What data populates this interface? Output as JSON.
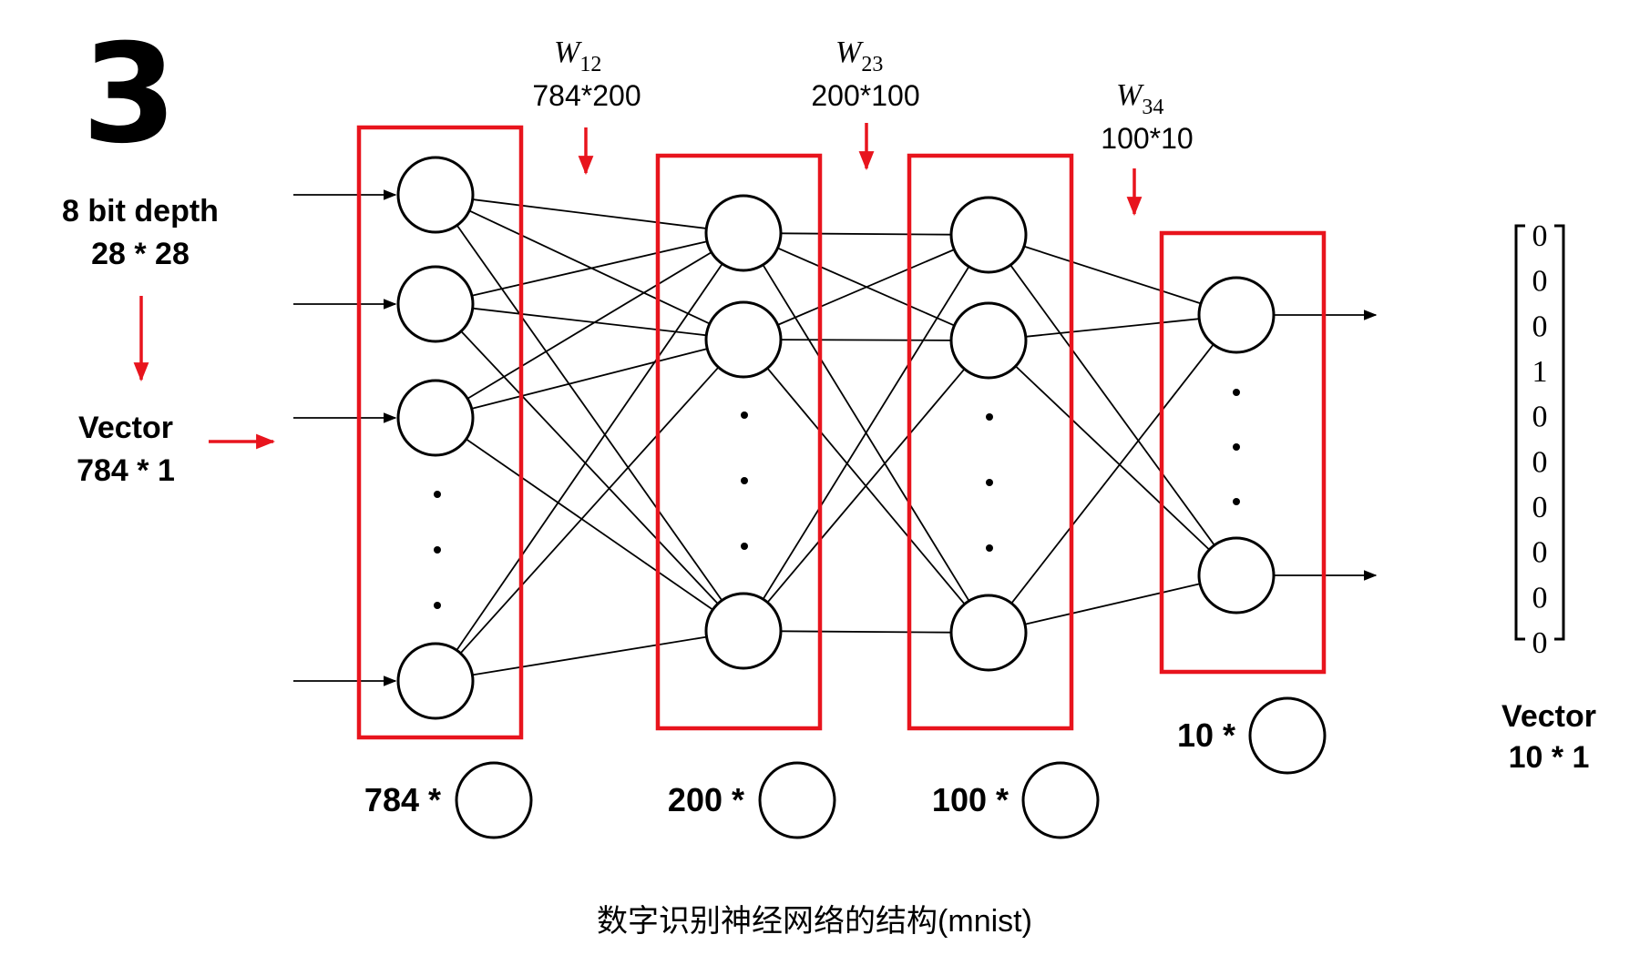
{
  "colors": {
    "box": "#e8141d",
    "arrow": "#e8141d",
    "line": "#000000",
    "background": "#ffffff"
  },
  "input": {
    "digit": "3",
    "image_label_line1": "8 bit depth",
    "image_label_line2": "28 * 28",
    "vector_label_line1": "Vector",
    "vector_label_line2": "784 * 1"
  },
  "weights": [
    {
      "symbol": "W",
      "subscript": "12",
      "dims": "784*200"
    },
    {
      "symbol": "W",
      "subscript": "23",
      "dims": "200*100"
    },
    {
      "symbol": "W",
      "subscript": "34",
      "dims": "100*10"
    }
  ],
  "layers": [
    {
      "count_label": "784 *"
    },
    {
      "count_label": "200 *"
    },
    {
      "count_label": "100 *"
    },
    {
      "count_label": "10 *"
    }
  ],
  "output": {
    "vector_values": [
      "0",
      "0",
      "0",
      "1",
      "0",
      "0",
      "0",
      "0",
      "0",
      "0"
    ],
    "label_line1": "Vector",
    "label_line2": "10 * 1"
  },
  "caption": "数字识别神经网络的结构(mnist)"
}
